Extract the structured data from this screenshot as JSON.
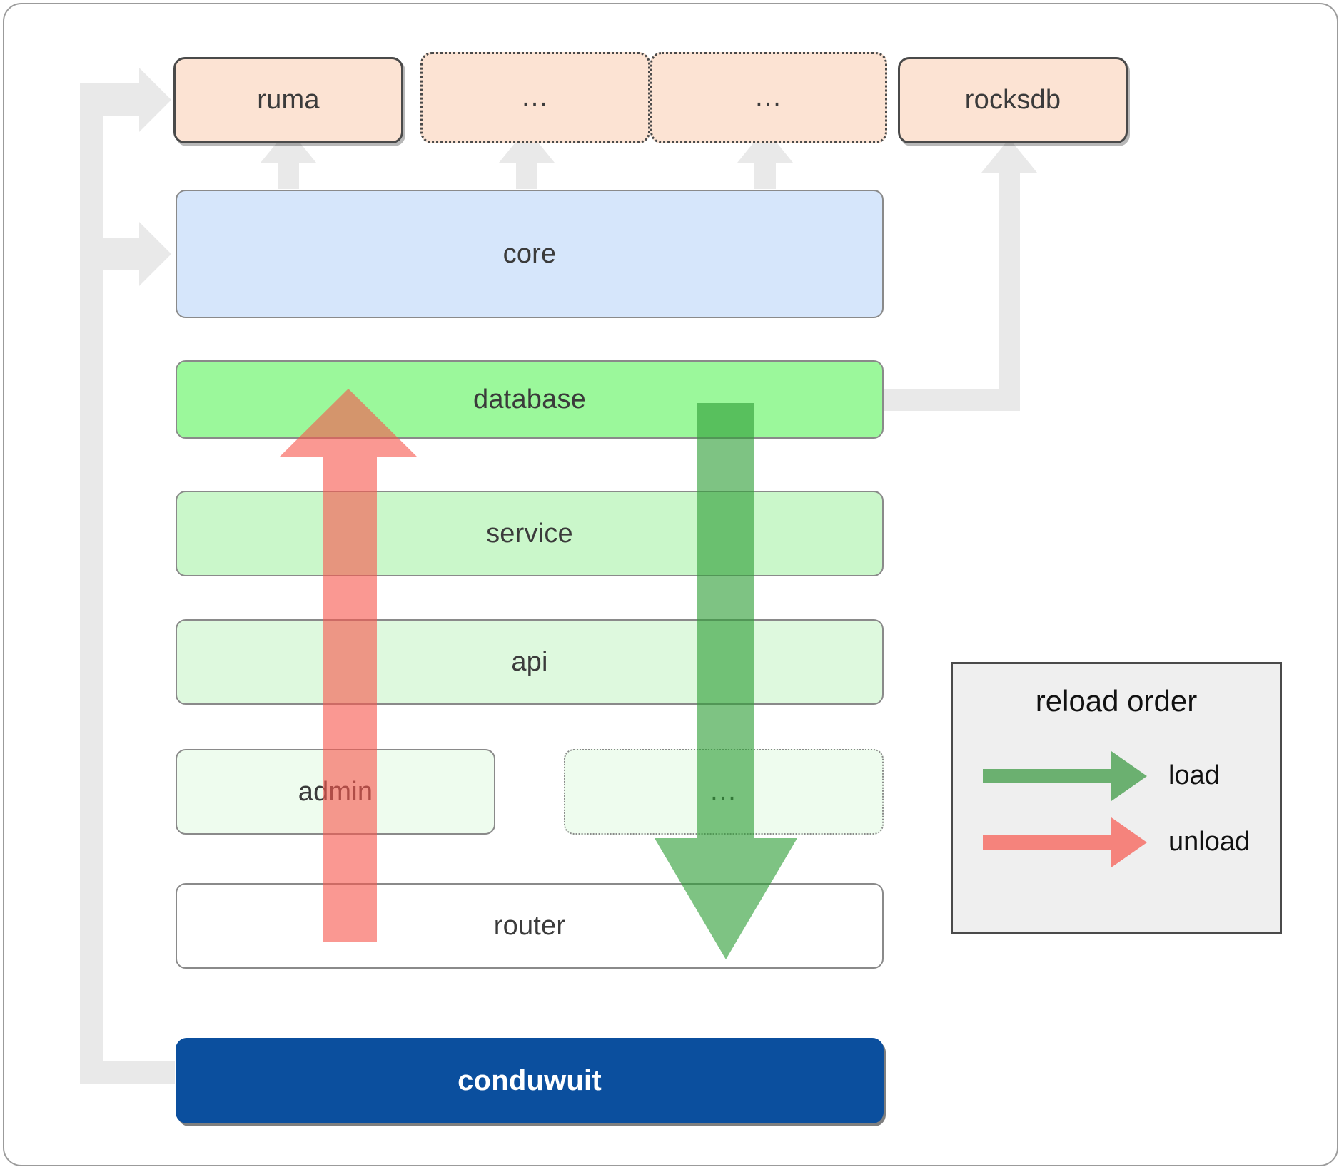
{
  "diagram": {
    "title_hidden": "",
    "dependencies": [
      {
        "label": "ruma",
        "style": "solid"
      },
      {
        "label": "...",
        "style": "dotted"
      },
      {
        "label": "...",
        "style": "dotted"
      },
      {
        "label": "rocksdb",
        "style": "solid"
      }
    ],
    "layers": [
      {
        "label": "core",
        "fill": "#d6e6fb",
        "style": "solid"
      },
      {
        "label": "database",
        "fill": "#9bf89b",
        "style": "solid"
      },
      {
        "label": "service",
        "fill": "#caf7ca",
        "style": "solid"
      },
      {
        "label": "api",
        "fill": "#def9de",
        "style": "solid"
      },
      {
        "label": "admin",
        "fill": "#eefcee",
        "style": "solid"
      },
      {
        "label": "...",
        "fill": "#eefcee",
        "style": "dotted"
      },
      {
        "label": "router",
        "fill": "#ffffff",
        "style": "solid"
      }
    ],
    "application": {
      "label": "conduwuit"
    },
    "legend": {
      "title": "reload order",
      "items": [
        {
          "label": "load",
          "color": "#56a85a"
        },
        {
          "label": "unload",
          "color": "#f88787"
        }
      ]
    },
    "colors": {
      "dependency_fill": "#fce3d3",
      "dependency_stroke": "#4a4a4a",
      "connector": "#e9e9e9",
      "load_arrow": "#56a85a",
      "unload_arrow": "#f88787",
      "app_fill": "#0b4f9e",
      "legend_bg": "#efefef",
      "frame_stroke": "#9b9b9b"
    }
  }
}
